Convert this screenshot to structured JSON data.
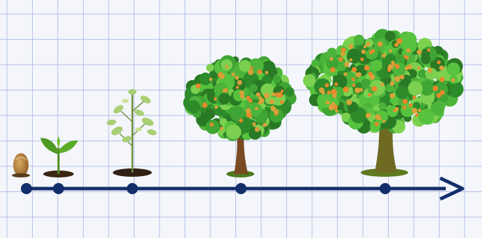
{
  "diagram": {
    "kind": "plant-growth-timeline",
    "background": "grid-paper",
    "axis": {
      "arrow_head": true,
      "color": "#132f6b"
    },
    "grid_color": "#9db0e0",
    "stages": [
      {
        "id": "seed",
        "icon": "seed-icon"
      },
      {
        "id": "sprout",
        "icon": "sprout-icon"
      },
      {
        "id": "seedling",
        "icon": "seedling-icon"
      },
      {
        "id": "young-tree",
        "icon": "young-fruit-tree-icon"
      },
      {
        "id": "mature-tree",
        "icon": "mature-fruit-tree-icon"
      }
    ]
  }
}
